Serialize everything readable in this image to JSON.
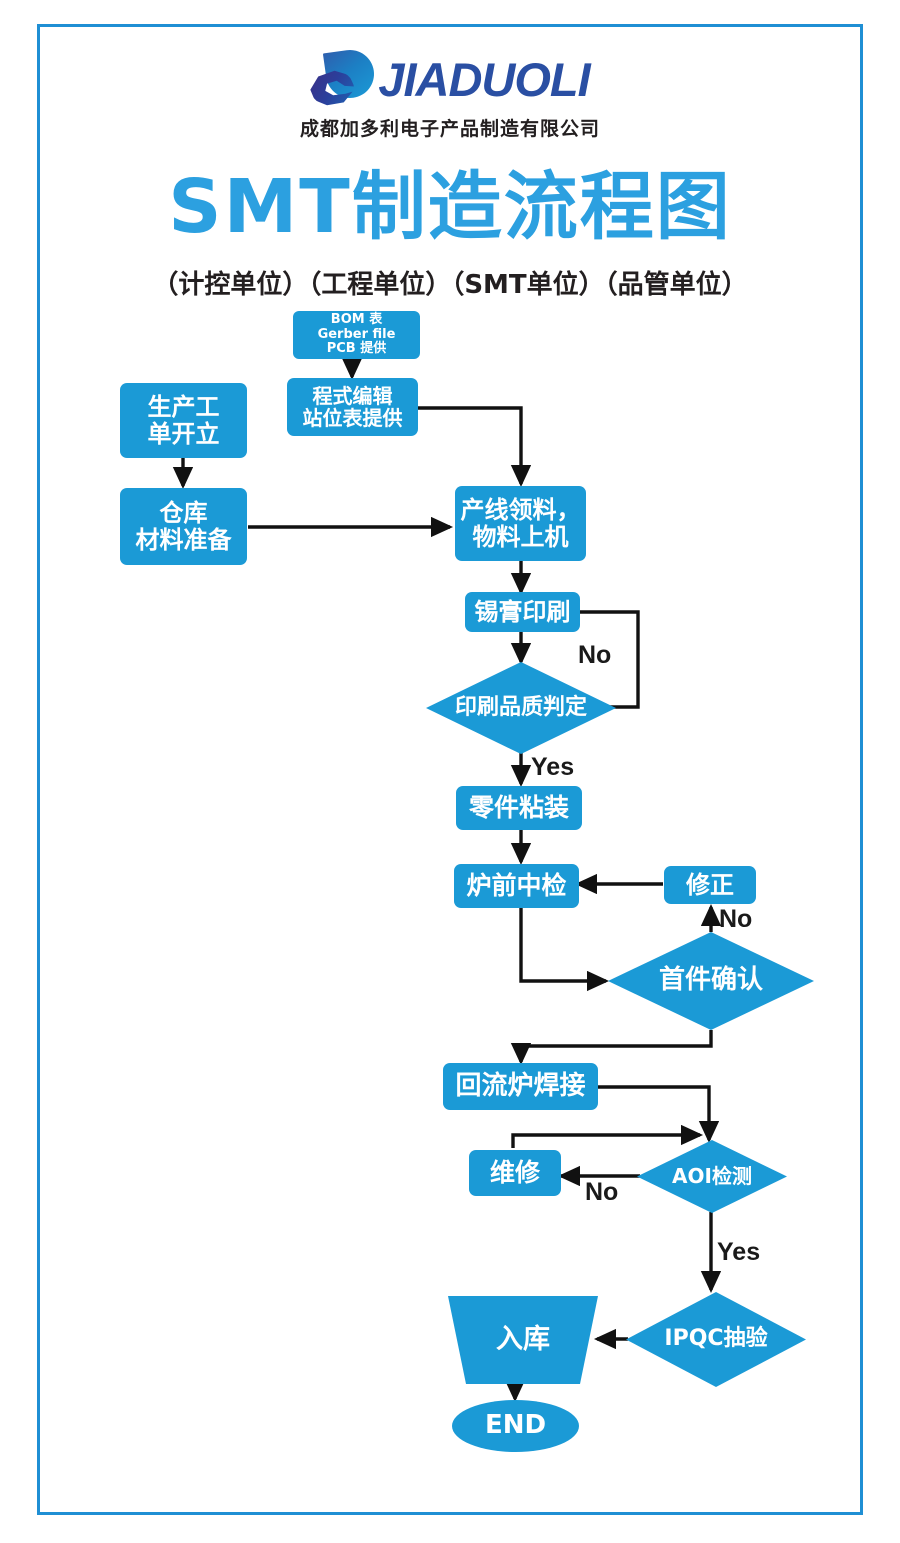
{
  "brand": {
    "logo_icon": "jiaduoli-droplet-logo",
    "logo_wordmark": "JIADUOLI",
    "company_name": "成都加多利电子产品制造有限公司"
  },
  "title": {
    "main": "SMT制造流程图",
    "subtitle": "（计控单位）（工程单位）（SMT单位）（品管单位）",
    "departments": [
      "计控单位",
      "工程单位",
      "SMT单位",
      "品管单位"
    ]
  },
  "colors": {
    "node_blue": "#1b9ad6",
    "title_blue": "#2ca0e0",
    "frame_blue": "#1f8fd4",
    "logo_navy": "#2a4fa3",
    "text_dark": "#231f20",
    "arrow_black": "#111111",
    "page_background": "#ffffff"
  },
  "flow": {
    "nodes": [
      {
        "id": "bom",
        "label": "BOM 表\nGerber file\nPCB 提供",
        "shape": "rect"
      },
      {
        "id": "program",
        "label": "程式编辑\n站位表提供",
        "shape": "rect"
      },
      {
        "id": "workorder",
        "label": "生产工\n单开立",
        "shape": "rect"
      },
      {
        "id": "warehouse",
        "label": "仓库\n材料准备",
        "shape": "rect"
      },
      {
        "id": "pickup",
        "label": "产线领料，\n物料上机",
        "shape": "rect"
      },
      {
        "id": "solderpaste",
        "label": "锡膏印刷",
        "shape": "rect"
      },
      {
        "id": "printqc",
        "label": "印刷品质判定",
        "shape": "diamond"
      },
      {
        "id": "placement",
        "label": "零件粘装",
        "shape": "rect"
      },
      {
        "id": "preoven",
        "label": "炉前中检",
        "shape": "rect"
      },
      {
        "id": "rework1",
        "label": "修正",
        "shape": "rect"
      },
      {
        "id": "firstarticle",
        "label": "首件确认",
        "shape": "diamond"
      },
      {
        "id": "reflow",
        "label": "回流炉焊接",
        "shape": "rect"
      },
      {
        "id": "repair",
        "label": "维修",
        "shape": "rect"
      },
      {
        "id": "aoi",
        "label": "AOI检测",
        "shape": "diamond"
      },
      {
        "id": "ipqc",
        "label": "IPQC抽验",
        "shape": "diamond"
      },
      {
        "id": "warehousein",
        "label": "入库",
        "shape": "trapezoid"
      },
      {
        "id": "end",
        "label": "END",
        "shape": "ellipse"
      }
    ],
    "edge_labels": [
      {
        "id": "printqc-no",
        "text": "No"
      },
      {
        "id": "printqc-yes",
        "text": "Yes"
      },
      {
        "id": "firstart-no",
        "text": "No"
      },
      {
        "id": "aoi-no",
        "text": "No"
      },
      {
        "id": "aoi-yes",
        "text": "Yes"
      }
    ]
  }
}
